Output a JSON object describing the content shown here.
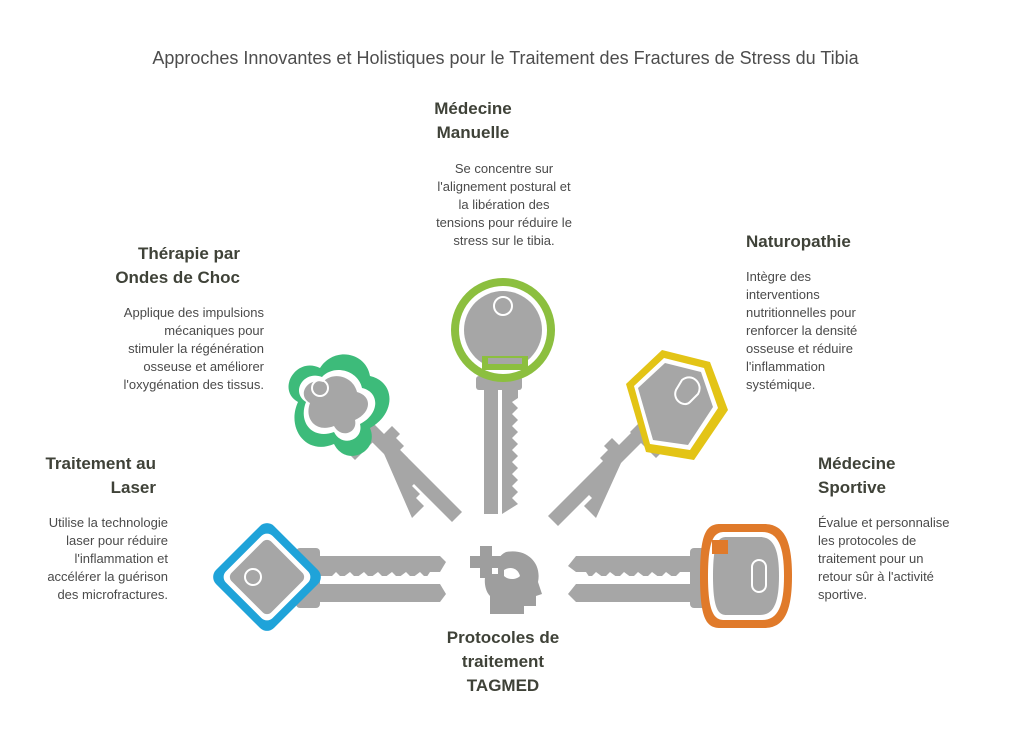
{
  "title": "Approches Innovantes et Holistiques pour le Traitement des Fractures de Stress du Tibia",
  "center": {
    "label": "Protocoles de\ntraitement\nTAGMED",
    "icon": "head-medical-cross-icon"
  },
  "items": [
    {
      "id": "laser",
      "title": "Traitement au\nLaser",
      "description": "Utilise la technologie\nlaser pour réduire\nl'inflammation et\naccélérer la guérison\ndes microfractures.",
      "color": "#1fa3d9"
    },
    {
      "id": "choc",
      "title": "Thérapie par\nOndes de Choc",
      "description": "Applique des impulsions\nmécaniques pour\nstimuler la régénération\nosseuse et améliorer\nl'oxygénation des tissus.",
      "color": "#3dbb7a"
    },
    {
      "id": "manuelle",
      "title": "Médecine\nManuelle",
      "description": "Se concentre sur\nl'alignement postural et\nla libération des\ntensions pour réduire le\nstress sur le tibia.",
      "color": "#8cbf3f"
    },
    {
      "id": "naturo",
      "title": "Naturopathie",
      "description": "Intègre des\ninterventions\nnutritionnelles pour\nrenforcer la densité\nosseuse et réduire\nl'inflammation\nsystémique.",
      "color": "#e3c416"
    },
    {
      "id": "sportive",
      "title": "Médecine\nSportive",
      "description": "Évalue et personnalise\nles protocoles de\ntraitement pour un\nretour sûr à l'activité\nsportive.",
      "color": "#e07a2a"
    }
  ]
}
